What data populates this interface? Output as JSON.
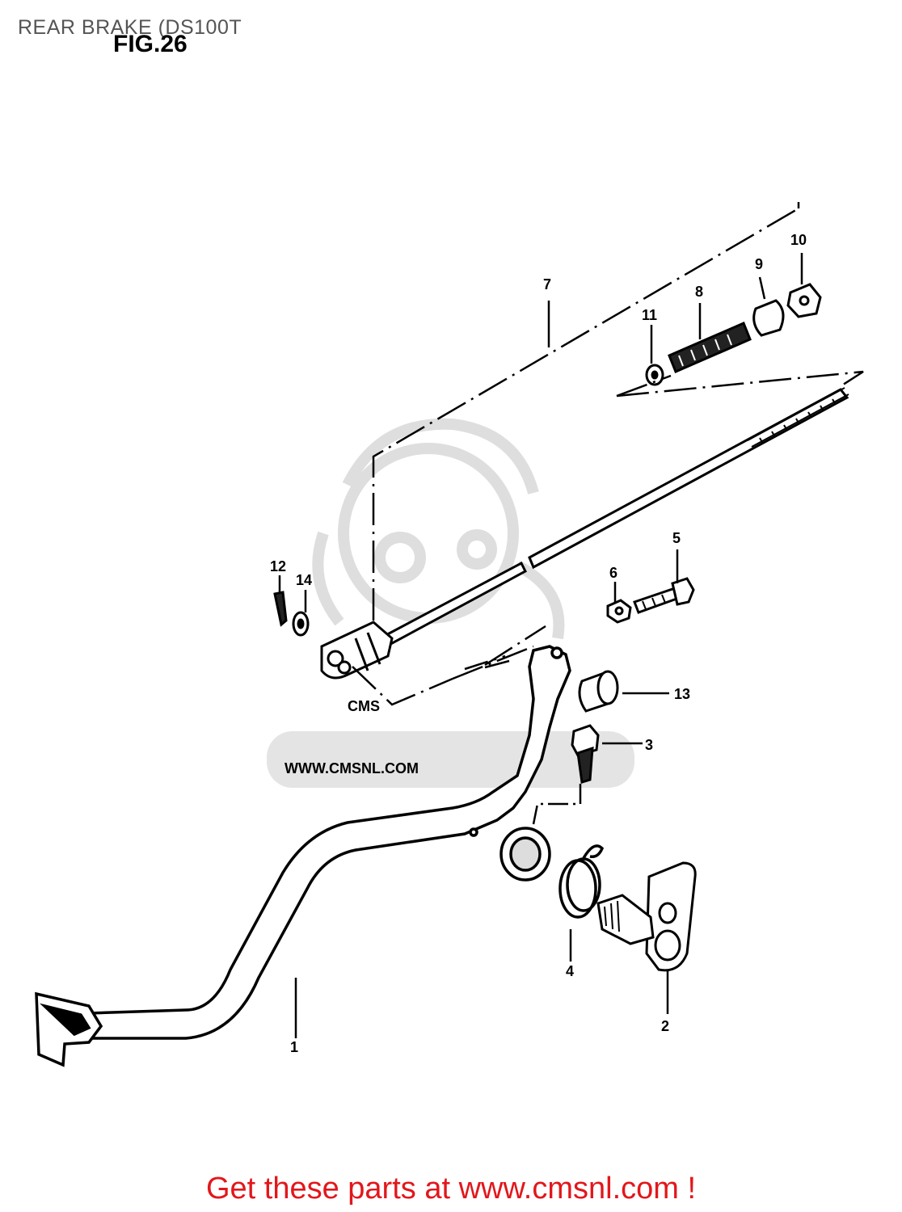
{
  "header": {
    "title": "REAR BRAKE (DS100T",
    "figure_label": "FIG.26"
  },
  "watermark": {
    "text": "WWW.CMSNL.COM",
    "logo": "CMS",
    "color": "#dddddd"
  },
  "callouts": [
    {
      "id": "1",
      "label": "1"
    },
    {
      "id": "2",
      "label": "2"
    },
    {
      "id": "3",
      "label": "3"
    },
    {
      "id": "4",
      "label": "4"
    },
    {
      "id": "5",
      "label": "5"
    },
    {
      "id": "6",
      "label": "6"
    },
    {
      "id": "7",
      "label": "7"
    },
    {
      "id": "8",
      "label": "8"
    },
    {
      "id": "9",
      "label": "9"
    },
    {
      "id": "10",
      "label": "10"
    },
    {
      "id": "11",
      "label": "11"
    },
    {
      "id": "12",
      "label": "12"
    },
    {
      "id": "13",
      "label": "13"
    },
    {
      "id": "14",
      "label": "14"
    }
  ],
  "footer": {
    "link_text": "Get these parts at www.cmsnl.com !",
    "link_color": "#e2171b"
  }
}
